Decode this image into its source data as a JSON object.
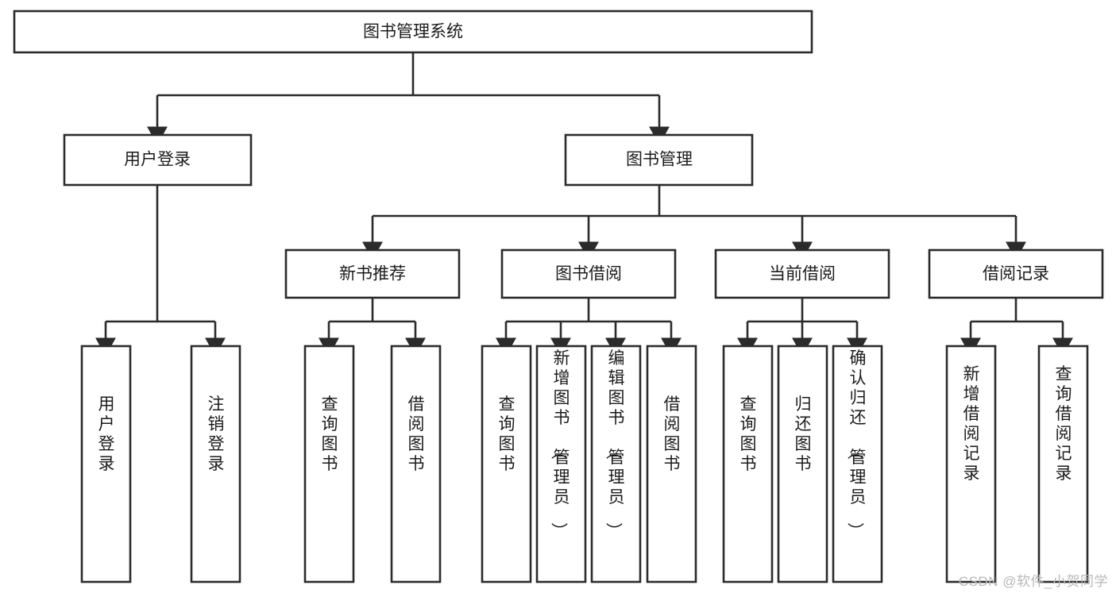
{
  "diagram": {
    "type": "tree-hierarchy",
    "title": "图书管理系统",
    "orientation": "top-down",
    "colors": {
      "stroke": "#2b2b2b",
      "box_fill": "#ffffff",
      "text": "#1b1b1b",
      "background": "#ffffff",
      "watermark": "#b8b8b8"
    },
    "levels": {
      "root": {
        "label": "图书管理系统"
      },
      "level2": [
        {
          "label": "用户登录"
        },
        {
          "label": "图书管理"
        }
      ],
      "level3": [
        {
          "label": "新书推荐"
        },
        {
          "label": "图书借阅"
        },
        {
          "label": "当前借阅"
        },
        {
          "label": "借阅记录"
        }
      ],
      "leaves": [
        {
          "label": "用户登录",
          "parent": "用户登录"
        },
        {
          "label": "注销登录",
          "parent": "用户登录"
        },
        {
          "label": "查询图书",
          "parent": "新书推荐"
        },
        {
          "label": "借阅图书",
          "parent": "新书推荐"
        },
        {
          "label": "查询图书",
          "parent": "图书借阅"
        },
        {
          "label": "新增图书（管理员）",
          "parent": "图书借阅"
        },
        {
          "label": "编辑图书（管理员）",
          "parent": "图书借阅"
        },
        {
          "label": "借阅图书",
          "parent": "图书借阅"
        },
        {
          "label": "查询图书",
          "parent": "当前借阅"
        },
        {
          "label": "归还图书",
          "parent": "当前借阅"
        },
        {
          "label": "确认归还（管理员）",
          "parent": "当前借阅"
        },
        {
          "label": "新增借阅记录",
          "parent": "借阅记录"
        },
        {
          "label": "查询借阅记录",
          "parent": "借阅记录"
        }
      ]
    }
  },
  "watermark": {
    "text": "CSDN @软件_小贺同学"
  }
}
